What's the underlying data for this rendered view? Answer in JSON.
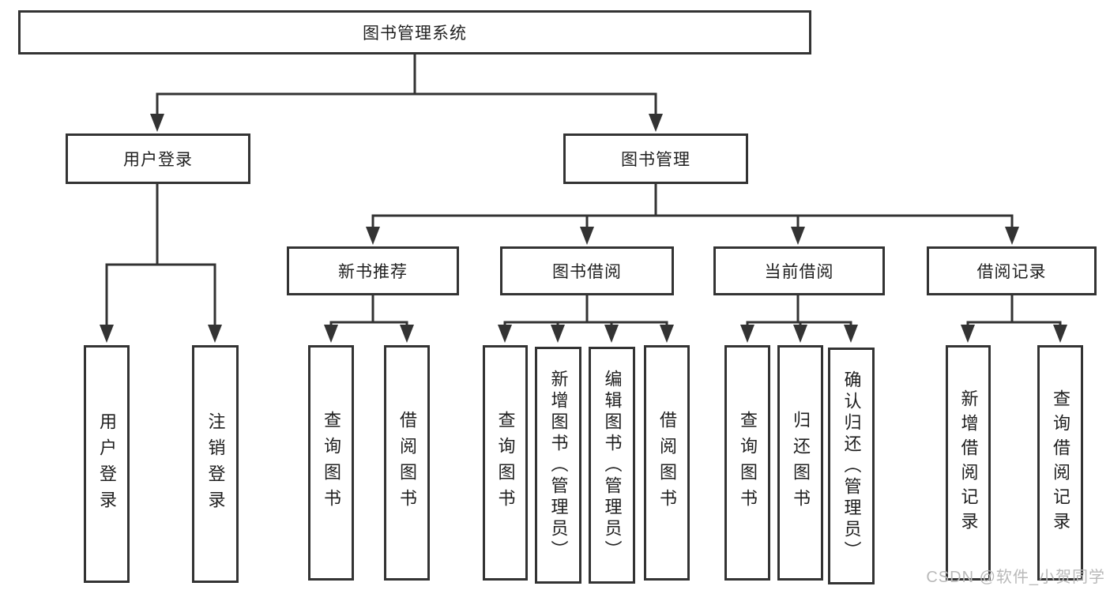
{
  "diagram_title": "图书管理系统",
  "watermark": "CSDN @软件_小贺同学",
  "colors": {
    "line": "#333333",
    "text": "#1f1f1f",
    "watermark": "#b9b9b9",
    "background": "#ffffff"
  },
  "nodes": {
    "root": {
      "label": "图书管理系统"
    },
    "level2": [
      {
        "label": "用户登录"
      },
      {
        "label": "图书管理"
      }
    ],
    "level3": [
      {
        "label": "新书推荐"
      },
      {
        "label": "图书借阅"
      },
      {
        "label": "当前借阅"
      },
      {
        "label": "借阅记录"
      }
    ],
    "login_children": [
      {
        "label": "用户登录"
      },
      {
        "label": "注销登录"
      }
    ],
    "newbook_children": [
      {
        "label": "查询图书"
      },
      {
        "label": "借阅图书"
      }
    ],
    "borrow_children": [
      {
        "label": "查询图书"
      },
      {
        "label": "新增图书（管理员）"
      },
      {
        "label": "编辑图书（管理员）"
      },
      {
        "label": "借阅图书"
      }
    ],
    "current_children": [
      {
        "label": "查询图书"
      },
      {
        "label": "归还图书"
      },
      {
        "label": "确认归还（管理员）"
      }
    ],
    "record_children": [
      {
        "label": "新增借阅记录"
      },
      {
        "label": "查询借阅记录"
      }
    ]
  }
}
